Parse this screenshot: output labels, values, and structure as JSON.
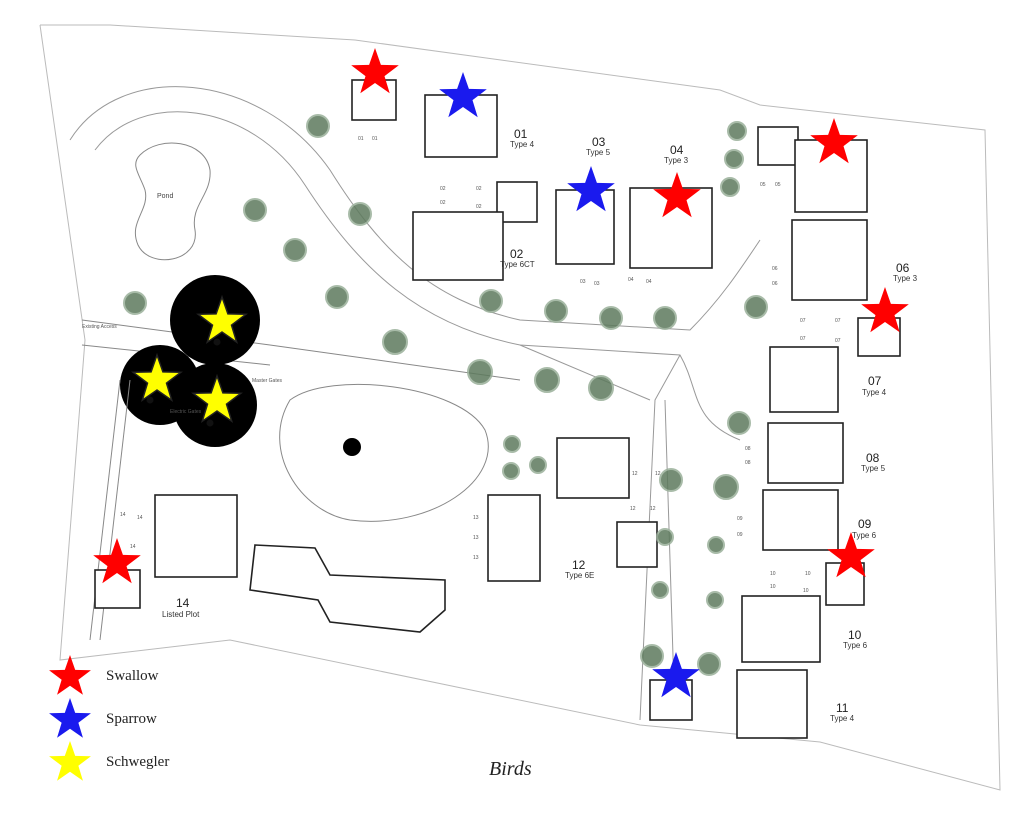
{
  "title": "Birds",
  "legend": [
    {
      "species": "Swallow",
      "color": "#ff0000"
    },
    {
      "species": "Sparrow",
      "color": "#1a1aee"
    },
    {
      "species": "Schwegler",
      "color": "#ffff00"
    }
  ],
  "labels": {
    "pond": "Pond",
    "existing_access": "Existing Access",
    "electric_gates": "Electric Gates",
    "master_gates": "Master Gates"
  },
  "plots": [
    {
      "number": "01",
      "type": "Type 4"
    },
    {
      "number": "02",
      "type": "Type 6CT"
    },
    {
      "number": "03",
      "type": "Type 5"
    },
    {
      "number": "04",
      "type": "Type 3"
    },
    {
      "number": "06",
      "type": "Type 3"
    },
    {
      "number": "07",
      "type": "Type 4"
    },
    {
      "number": "08",
      "type": "Type 5"
    },
    {
      "number": "09",
      "type": "Type 6"
    },
    {
      "number": "10",
      "type": "Type 6"
    },
    {
      "number": "11",
      "type": "Type 4"
    },
    {
      "number": "12",
      "type": "Type 6E"
    },
    {
      "number": "14",
      "type": "Listed Plot"
    }
  ],
  "parking_labels": {
    "p01": "01",
    "p02": "02",
    "p03": "03",
    "p04": "04",
    "p05": "05",
    "p06": "06",
    "p07": "07",
    "p08": "08",
    "p09": "09",
    "p10": "10",
    "p12": "12",
    "p13": "13",
    "p14": "14"
  },
  "markers": [
    {
      "species": "Swallow"
    },
    {
      "species": "Swallow"
    },
    {
      "species": "Swallow"
    },
    {
      "species": "Swallow"
    },
    {
      "species": "Swallow"
    },
    {
      "species": "Swallow"
    },
    {
      "species": "Sparrow"
    },
    {
      "species": "Sparrow"
    },
    {
      "species": "Sparrow"
    },
    {
      "species": "Schwegler"
    },
    {
      "species": "Schwegler"
    },
    {
      "species": "Schwegler"
    }
  ]
}
